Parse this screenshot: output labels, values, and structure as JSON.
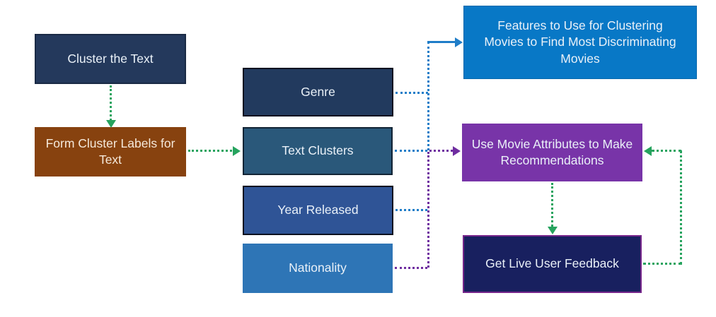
{
  "diagram": {
    "nodes": {
      "cluster_text": {
        "label": "Cluster the Text",
        "bg": "#24395C"
      },
      "form_labels": {
        "label": "Form Cluster Labels for Text",
        "bg": "#87420F"
      },
      "genre": {
        "label": "Genre",
        "bg": "#223A5E"
      },
      "text_clusters": {
        "label": "Text Clusters",
        "bg": "#2A587A"
      },
      "year_released": {
        "label": "Year Released",
        "bg": "#2F5496"
      },
      "nationality": {
        "label": "Nationality",
        "bg": "#2E75B6"
      },
      "features": {
        "label": "Features to Use for Clustering Movies to Find Most Discriminating Movies",
        "bg": "#0878C6"
      },
      "attributes": {
        "label": "Use Movie Attributes to Make Recommendations",
        "bg": "#7834A8"
      },
      "feedback": {
        "label": "Get Live User Feedback",
        "bg": "#18205F"
      }
    },
    "connector_colors": {
      "green": "#26A35E",
      "blue": "#1F7DC8",
      "purple": "#6F2DA0"
    },
    "edges": [
      {
        "from": "cluster_text",
        "to": "form_labels",
        "color": "green",
        "style": "dotted"
      },
      {
        "from": "form_labels",
        "to": "text_clusters",
        "color": "green",
        "style": "dotted"
      },
      {
        "from": "genre",
        "to": "features",
        "color": "blue",
        "style": "dotted"
      },
      {
        "from": "text_clusters",
        "to": "features",
        "color": "blue",
        "style": "dotted"
      },
      {
        "from": "year_released",
        "to": "features",
        "color": "blue",
        "style": "dotted"
      },
      {
        "from": "text_clusters",
        "to": "attributes",
        "color": "purple",
        "style": "dotted"
      },
      {
        "from": "year_released",
        "to": "attributes",
        "color": "purple",
        "style": "dotted"
      },
      {
        "from": "nationality",
        "to": "attributes",
        "color": "purple",
        "style": "dotted"
      },
      {
        "from": "attributes",
        "to": "feedback",
        "color": "green",
        "style": "dotted"
      },
      {
        "from": "feedback",
        "to": "attributes",
        "color": "green",
        "style": "dotted"
      }
    ]
  }
}
